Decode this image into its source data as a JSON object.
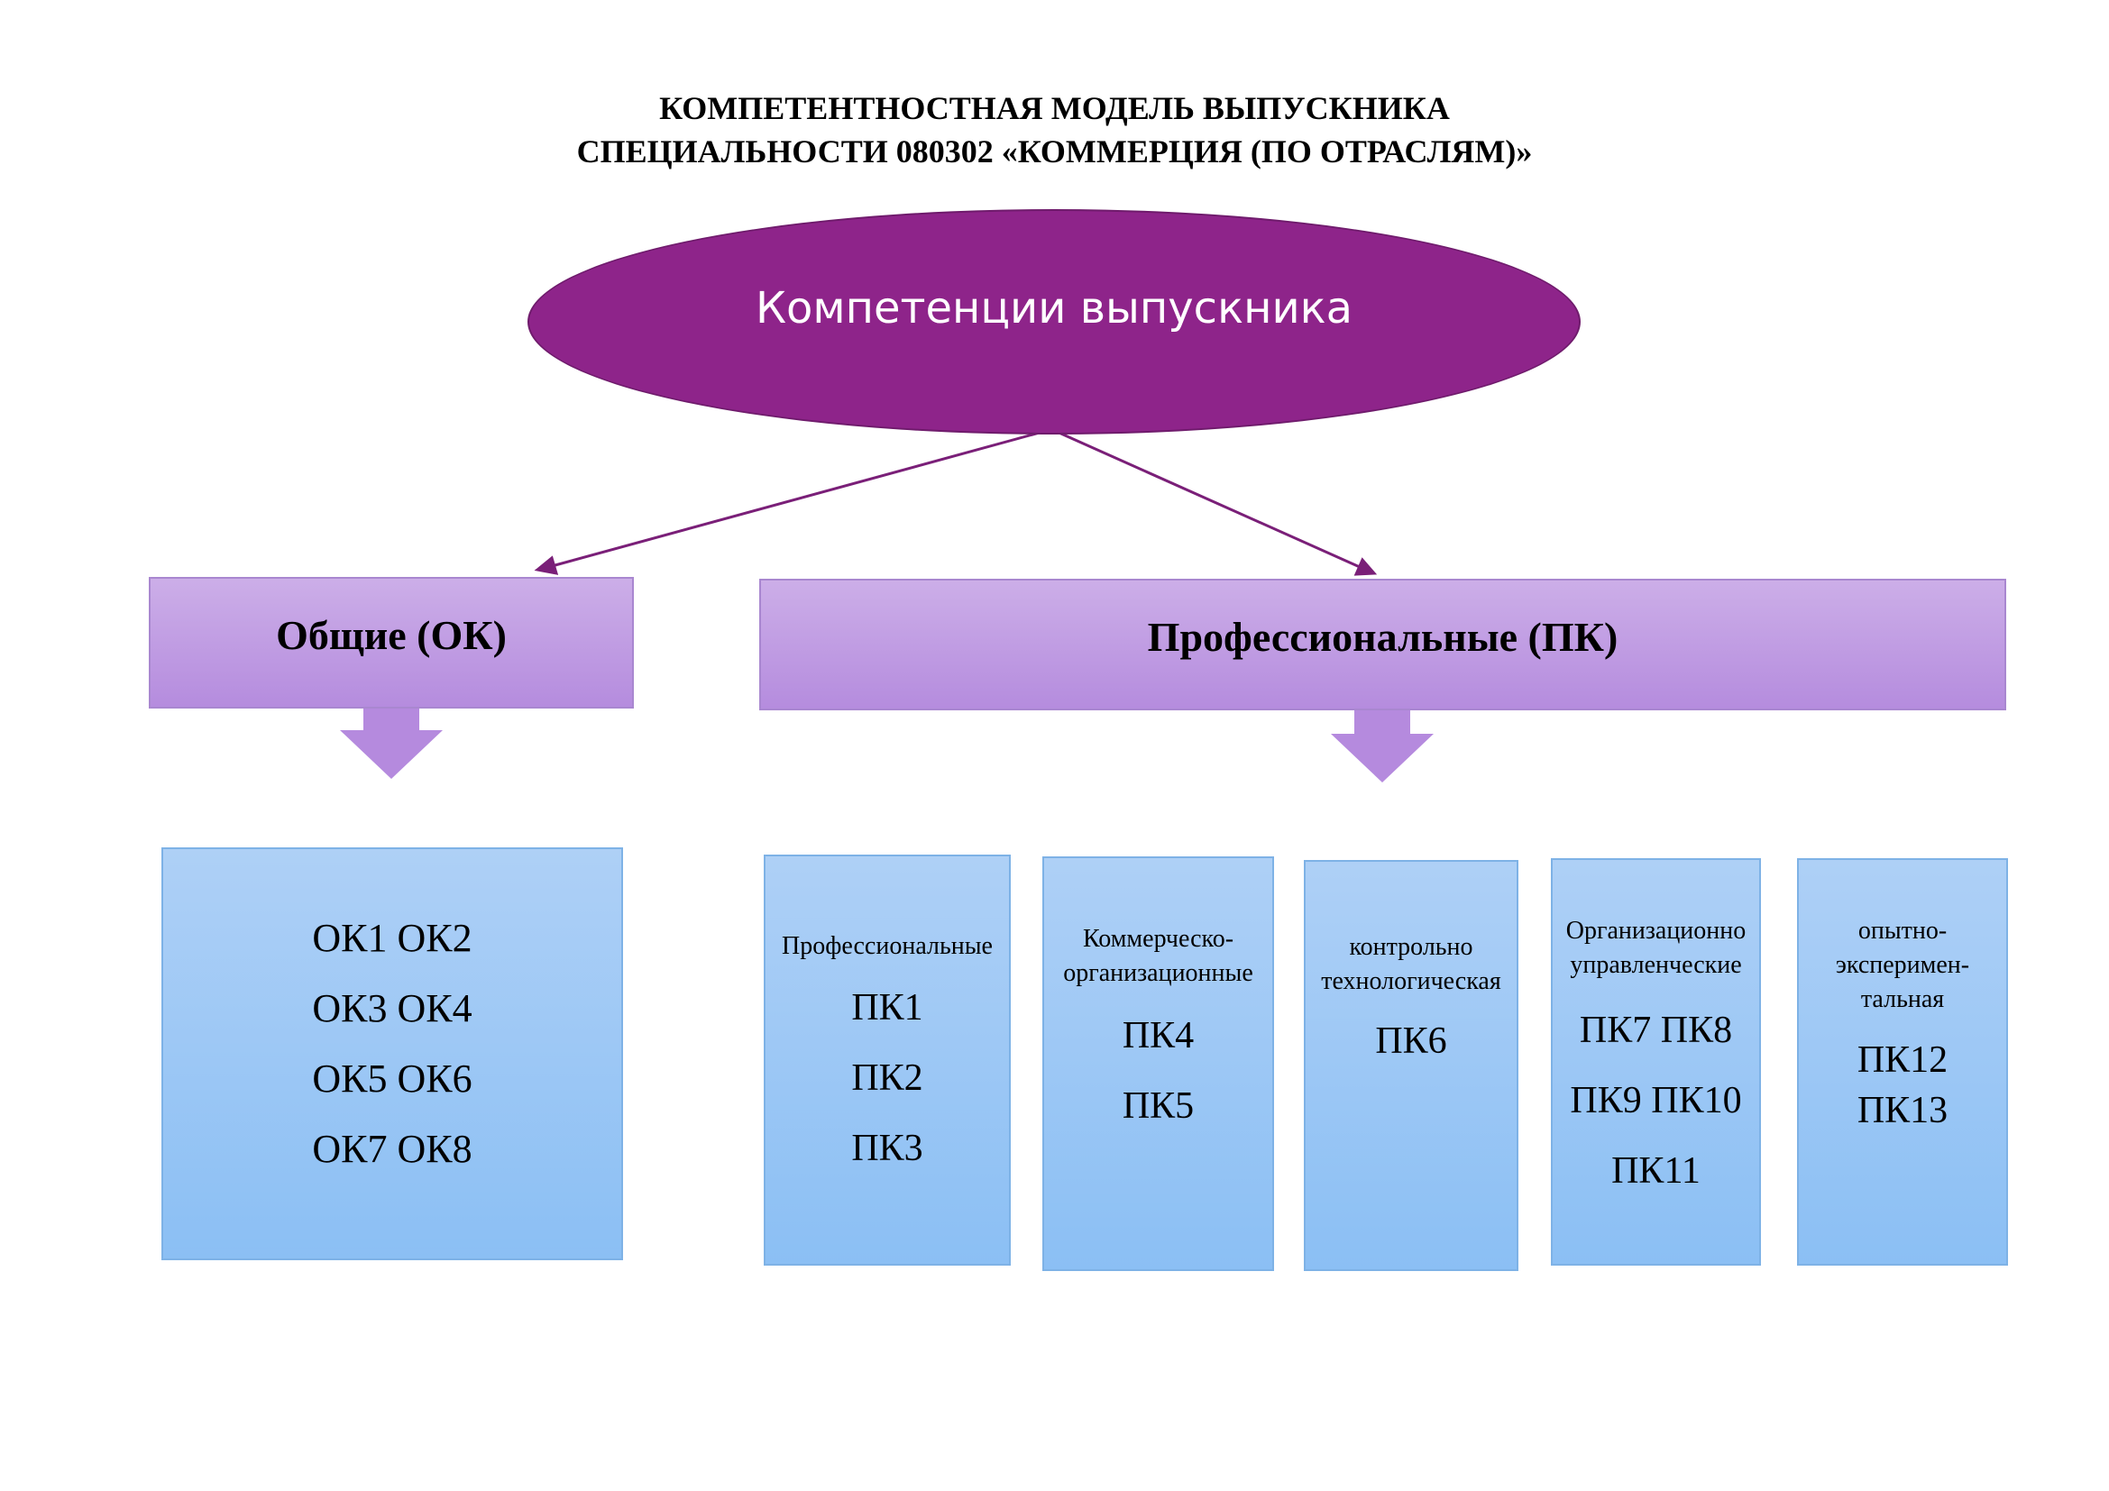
{
  "title": {
    "line1": "КОМПЕТЕНТНОСТНАЯ МОДЕЛЬ ВЫПУСКНИКА",
    "line2": "СПЕЦИАЛЬНОСТИ 080302 «КОММЕРЦИЯ (ПО ОТРАСЛЯМ)»"
  },
  "root": {
    "label": "Компетенции выпускника"
  },
  "categories": {
    "general": {
      "label": "Общие (ОК)"
    },
    "professional": {
      "label": "Профессиональные (ПК)"
    }
  },
  "general_box": {
    "lines": [
      "ОК1 ОК2",
      "ОК3 ОК4",
      "ОК5 ОК6",
      "ОК7 ОК8"
    ]
  },
  "professional_groups": [
    {
      "label_lines": [
        "Профессиональные"
      ],
      "codes": [
        "ПК1",
        "ПК2",
        "ПК3"
      ]
    },
    {
      "label_lines": [
        "Коммерческо-",
        "организационные"
      ],
      "codes": [
        "ПК4",
        "ПК5"
      ]
    },
    {
      "label_lines": [
        "контрольно",
        "технологическая"
      ],
      "codes": [
        "ПК6"
      ]
    },
    {
      "label_lines": [
        "Организационно",
        "управленческие"
      ],
      "codes": [
        "ПК7 ПК8",
        "ПК9 ПК10",
        "ПК11"
      ]
    },
    {
      "label_lines": [
        "опытно-",
        "эксперимен-",
        "тальная"
      ],
      "codes": [
        "ПК12",
        "ПК13"
      ]
    }
  ],
  "colors": {
    "root_fill": "#8e248a",
    "connector": "#7a1f78",
    "category_fill_top": "#ccaee8",
    "category_fill_bottom": "#b58cde",
    "box_fill_top": "#aed0f6",
    "box_fill_bottom": "#8bbff4"
  }
}
